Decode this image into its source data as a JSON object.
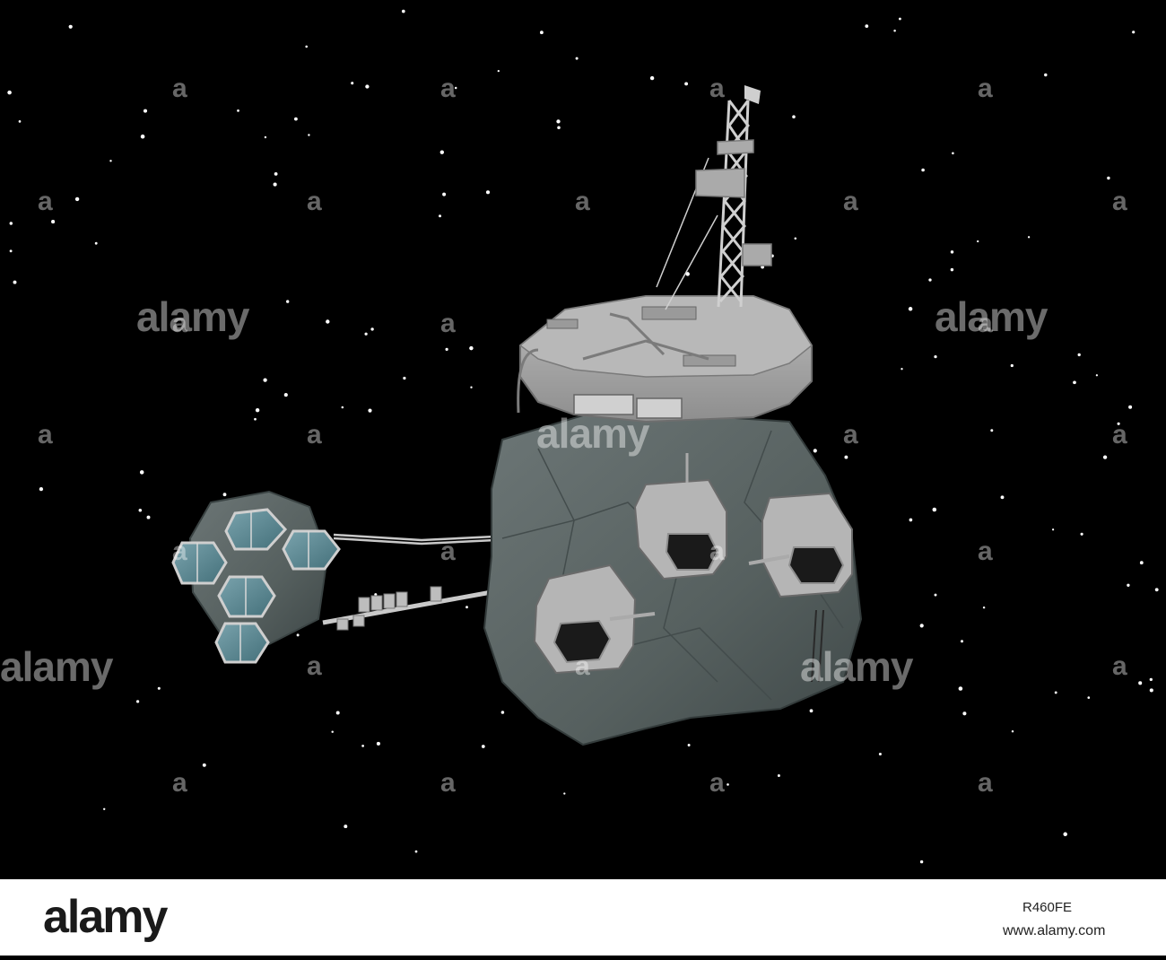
{
  "watermark": {
    "brand": "alamy",
    "short": "a"
  },
  "footer": {
    "logo": "alamy",
    "image_id": "R460FE",
    "url": "www.alamy.com"
  },
  "colors": {
    "space": "#000000",
    "rock": "#5b6566",
    "metal": "#a7a7a7",
    "panel": "#5f8a94"
  }
}
